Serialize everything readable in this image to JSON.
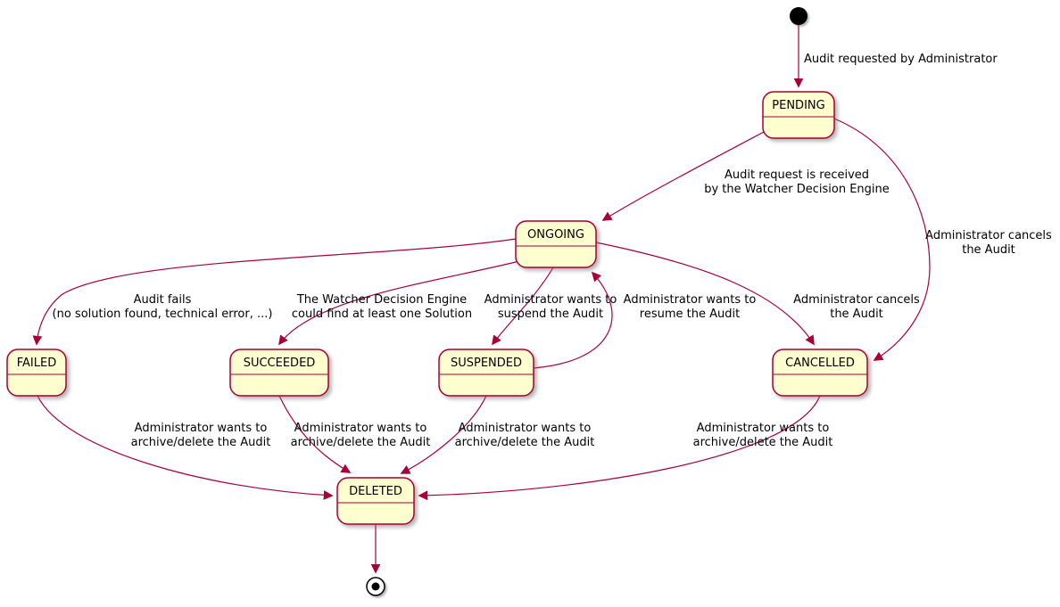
{
  "diagram": {
    "type": "state-machine",
    "subject": "Audit lifecycle",
    "colors": {
      "state_fill": "#FEFECE",
      "state_border": "#A80036",
      "arrow": "#A80036",
      "text": "#000000",
      "background": "#FFFFFF"
    },
    "states": {
      "pending": "PENDING",
      "ongoing": "ONGOING",
      "failed": "FAILED",
      "succeeded": "SUCCEEDED",
      "suspended": "SUSPENDED",
      "cancelled": "CANCELLED",
      "deleted": "DELETED"
    },
    "special_nodes": {
      "initial": "initial-state",
      "final": "final-state"
    },
    "transitions": {
      "start_to_pending": {
        "from": "initial",
        "to": "PENDING",
        "lines": [
          "Audit requested by Administrator"
        ]
      },
      "pending_to_ongoing": {
        "from": "PENDING",
        "to": "ONGOING",
        "lines": [
          "Audit request is received",
          "by the Watcher Decision Engine"
        ]
      },
      "pending_to_cancelled": {
        "from": "PENDING",
        "to": "CANCELLED",
        "lines": [
          "Administrator cancels",
          "the Audit"
        ]
      },
      "ongoing_to_failed": {
        "from": "ONGOING",
        "to": "FAILED",
        "lines": [
          "Audit fails",
          "(no solution found, technical error, ...)"
        ]
      },
      "ongoing_to_succeeded": {
        "from": "ONGOING",
        "to": "SUCCEEDED",
        "lines": [
          "The Watcher Decision Engine",
          "could find at least one Solution"
        ]
      },
      "ongoing_to_suspended": {
        "from": "ONGOING",
        "to": "SUSPENDED",
        "lines": [
          "Administrator wants to",
          "suspend the Audit"
        ]
      },
      "suspended_to_ongoing": {
        "from": "SUSPENDED",
        "to": "ONGOING",
        "lines": [
          "Administrator wants to",
          "resume the Audit"
        ]
      },
      "ongoing_to_cancelled": {
        "from": "ONGOING",
        "to": "CANCELLED",
        "lines": [
          "Administrator cancels",
          "the Audit"
        ]
      },
      "failed_to_deleted": {
        "from": "FAILED",
        "to": "DELETED",
        "lines": [
          "Administrator wants to",
          "archive/delete the Audit"
        ]
      },
      "succeeded_to_deleted": {
        "from": "SUCCEEDED",
        "to": "DELETED",
        "lines": [
          "Administrator wants to",
          "archive/delete the Audit"
        ]
      },
      "suspended_to_deleted": {
        "from": "SUSPENDED",
        "to": "DELETED",
        "lines": [
          "Administrator wants to",
          "archive/delete the Audit"
        ]
      },
      "cancelled_to_deleted": {
        "from": "CANCELLED",
        "to": "DELETED",
        "lines": [
          "Administrator wants to",
          "archive/delete the Audit"
        ]
      },
      "deleted_to_end": {
        "from": "DELETED",
        "to": "final",
        "lines": []
      }
    }
  }
}
